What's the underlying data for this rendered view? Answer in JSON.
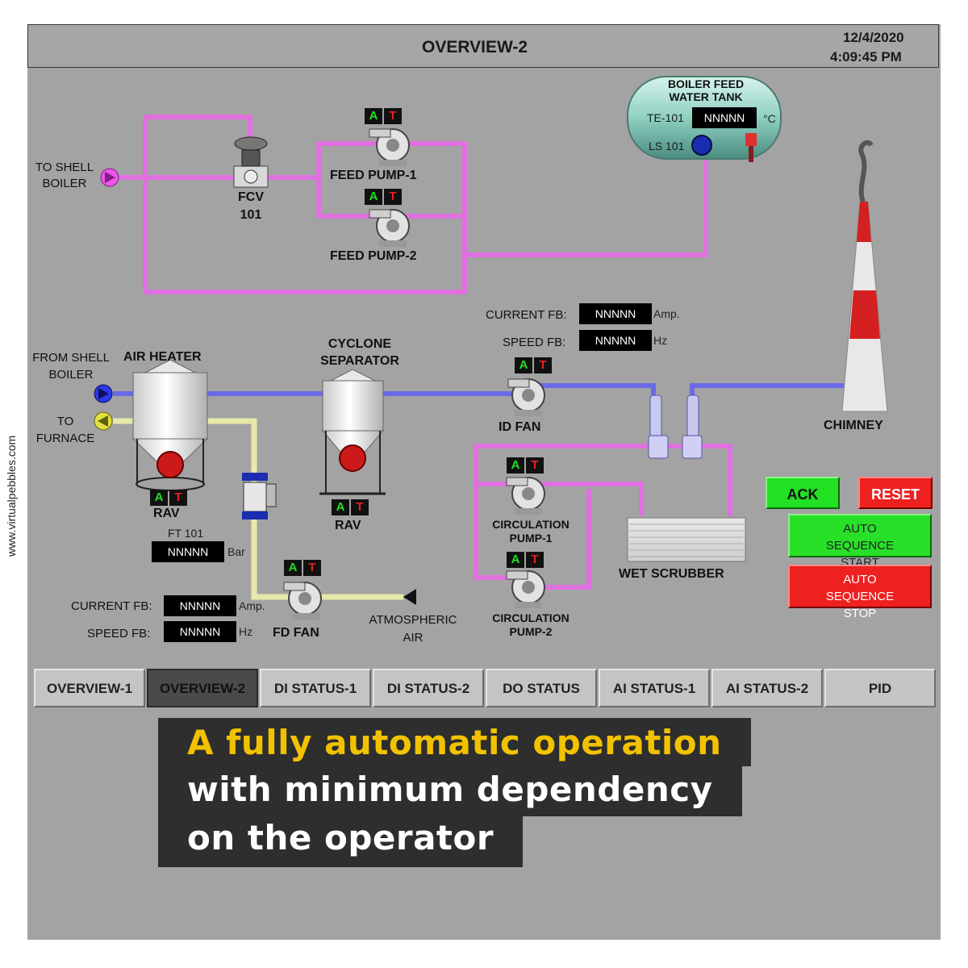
{
  "screen": {
    "title": "OVERVIEW-2",
    "date": "12/4/2020",
    "time": "4:09:45 PM"
  },
  "boiler_feed": {
    "tank_label": "BOILER FEED WATER TANK",
    "te_tag": "TE-101",
    "te_value": "NNNNN",
    "te_unit": "°C",
    "ls_tag": "LS 101",
    "to_shell_boiler": "TO SHELL BOILER",
    "fcv_label": "FCV 101",
    "feed_pump_1": "FEED PUMP-1",
    "feed_pump_2": "FEED PUMP-2"
  },
  "at_labels": {
    "a": "A",
    "t": "T"
  },
  "air_system": {
    "from_shell_boiler": "FROM SHELL BOILER",
    "to_furnace": "TO FURNACE",
    "air_heater": "AIR HEATER",
    "rav": "RAV",
    "cyclone_separator": "CYCLONE SEPARATOR",
    "ft_tag": "FT 101",
    "ft_value": "NNNNN",
    "ft_unit": "Bar",
    "fd_fan": "FD FAN",
    "atmospheric_air": "ATMOSPHERIC AIR",
    "fd_current_label": "CURRENT FB:",
    "fd_current_value": "NNNNN",
    "fd_current_unit": "Amp.",
    "fd_speed_label": "SPEED FB:",
    "fd_speed_value": "NNNNN",
    "fd_speed_unit": "Hz"
  },
  "id_fan": {
    "label": "ID FAN",
    "current_label": "CURRENT FB:",
    "current_value": "NNNNN",
    "current_unit": "Amp.",
    "speed_label": "SPEED FB:",
    "speed_value": "NNNNN",
    "speed_unit": "Hz"
  },
  "scrubber": {
    "circ_pump_1": "CIRCULATION PUMP-1",
    "circ_pump_2": "CIRCULATION PUMP-2",
    "wet_scrubber": "WET SCRUBBER",
    "chimney": "CHIMNEY"
  },
  "controls": {
    "ack": "ACK",
    "reset": "RESET",
    "auto_start": "AUTO SEQUENCE START",
    "auto_stop": "AUTO SEQUENCE STOP"
  },
  "nav": [
    "OVERVIEW-1",
    "OVERVIEW-2",
    "DI STATUS-1",
    "DI STATUS-2",
    "DO STATUS",
    "AI STATUS-1",
    "AI STATUS-2",
    "PID"
  ],
  "nav_active": "OVERVIEW-2",
  "caption": {
    "line1": "A fully automatic operation",
    "line2": "with minimum dependency",
    "line3": "on the operator"
  },
  "watermark": "www.virtualpebbles.com",
  "colors": {
    "panel_bg": "#a3a3a3",
    "water_pipe": "#e070e0",
    "air_pipe": "#6a6ae8",
    "hot_air_pipe": "#e6e6a8",
    "ack_green": "#22e022",
    "reset_red": "#ee2020",
    "caption_highlight": "#f2c200"
  }
}
